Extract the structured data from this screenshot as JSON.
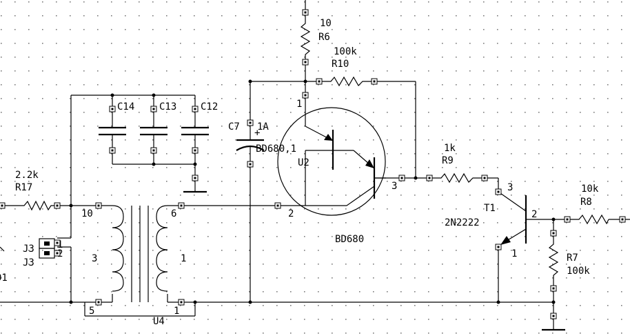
{
  "components": {
    "r6": {
      "value": "10",
      "ref": "R6"
    },
    "r10": {
      "value": "100k",
      "ref": "R10"
    },
    "r17": {
      "value": "2.2k",
      "ref": "R17"
    },
    "r9": {
      "value": "1k",
      "ref": "R9"
    },
    "r8": {
      "value": "10k",
      "ref": "R8"
    },
    "r7": {
      "value": "100k",
      "ref": "R7"
    },
    "c14": {
      "ref": "C14"
    },
    "c13": {
      "ref": "C13"
    },
    "c12": {
      "ref": "C12"
    },
    "c7": {
      "ref": "C7",
      "value": "1A"
    },
    "u2": {
      "ref": "U2",
      "value": "BD680,1",
      "part": "BD680",
      "pin1": "1",
      "pin2": "2",
      "pin3": "3"
    },
    "t1": {
      "ref": "T1",
      "part": "2N2222",
      "pin1": "1",
      "pin2": "2",
      "pin3": "3"
    },
    "u4": {
      "ref": "U4",
      "pin10": "10",
      "pin6": "6",
      "pin5": "5",
      "pin1": "1",
      "winding_left": "3",
      "winding_right": "1"
    },
    "j3a": {
      "ref": "J3",
      "pin": "1"
    },
    "j3b": {
      "ref": "J3",
      "pin": "2"
    },
    "left_cut": {
      "label": "01"
    }
  }
}
